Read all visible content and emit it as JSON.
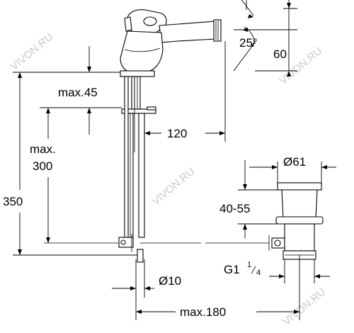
{
  "watermark": "VIVON.RU",
  "dimensions": {
    "angle": "25°",
    "spout_height": "60",
    "max_45": "max.45",
    "reach": "120",
    "max_300_line1": "max.",
    "max_300_line2": "300",
    "total_height": "350",
    "waste_diameter": "Ø61",
    "waste_range": "40-55",
    "thread_main": "G1",
    "thread_sup": "1",
    "thread_sub": "4",
    "rod_diameter": "Ø10",
    "max_180": "max.180"
  }
}
